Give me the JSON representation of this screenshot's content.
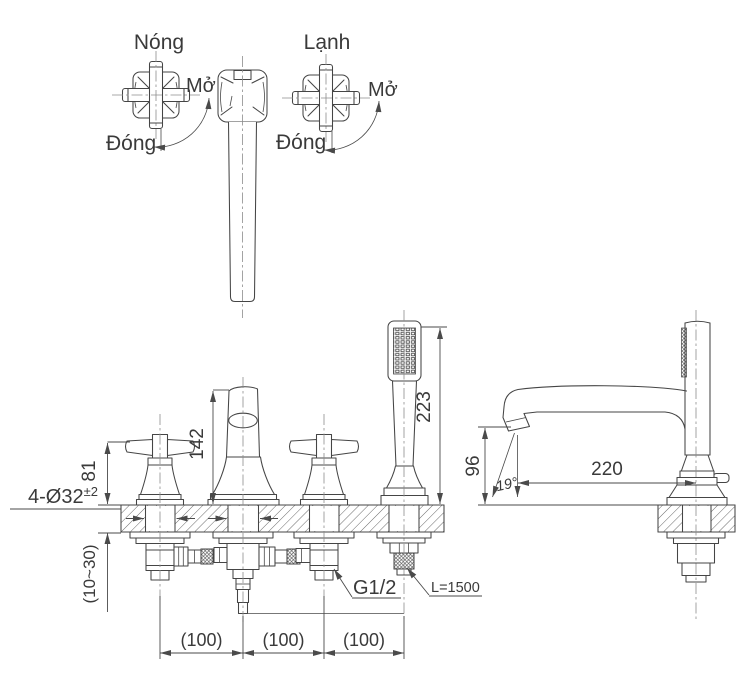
{
  "labels": {
    "hot": "Nóng",
    "cold": "Lạnh",
    "open": "Mở",
    "close": "Đóng"
  },
  "dims": {
    "spout_height": "142",
    "handle_height": "81",
    "shower_height": "223",
    "holes_prefix": "4-Ø32",
    "holes_tolerance": "±2",
    "deck_thickness": "(10~30)",
    "pitch_left": "(100)",
    "pitch_center": "(100)",
    "pitch_right": "(100)",
    "thread": "G1/2",
    "hose_length": "L=1500",
    "spout_reach": "220",
    "outlet_height": "96",
    "outlet_angle": "19°"
  },
  "colors": {
    "line": "#454545",
    "centerline": "#8d8d8d",
    "text": "#3a3a3a",
    "background": "#ffffff"
  }
}
